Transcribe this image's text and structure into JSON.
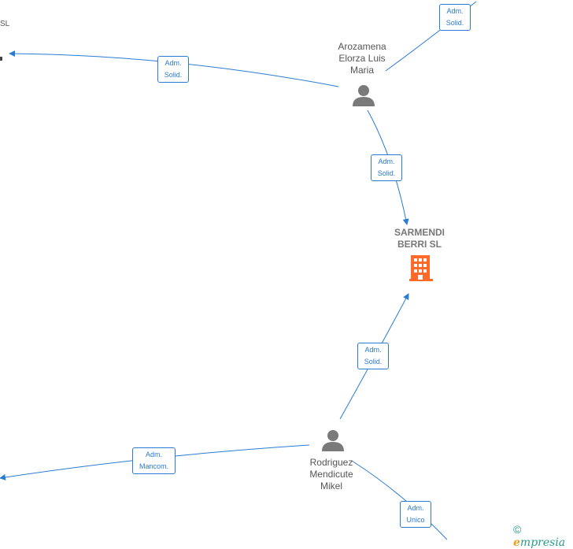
{
  "colors": {
    "edge": "#2a7bd4",
    "person": "#7a7a7a",
    "company": "#ff6a2a",
    "label_text": "#555555"
  },
  "company": {
    "label_line1": "SARMENDI",
    "label_line2": "BERRI  SL",
    "icon": "building-icon"
  },
  "people": [
    {
      "id": "arozamena",
      "name_line1": "Arozamena",
      "name_line2": "Elorza Luis",
      "name_line3": "Maria",
      "icon": "person-icon"
    },
    {
      "id": "rodriguez",
      "name_line1": "Rodriguez",
      "name_line2": "Mendicute",
      "name_line3": "Mikel",
      "icon": "person-icon"
    }
  ],
  "edges": [
    {
      "line1": "Adm.",
      "line2": "Solid."
    },
    {
      "line1": "Adm.",
      "line2": "Solid."
    },
    {
      "line1": "Adm.",
      "line2": "Solid."
    },
    {
      "line1": "Adm.",
      "line2": "Solid."
    },
    {
      "line1": "Adm.",
      "line2": "Mancom."
    },
    {
      "line1": "Adm.",
      "line2": "Unico"
    }
  ],
  "cut_off_label": "SL",
  "brand": {
    "copyright": "©",
    "initial": "e",
    "rest": "mpresia"
  }
}
